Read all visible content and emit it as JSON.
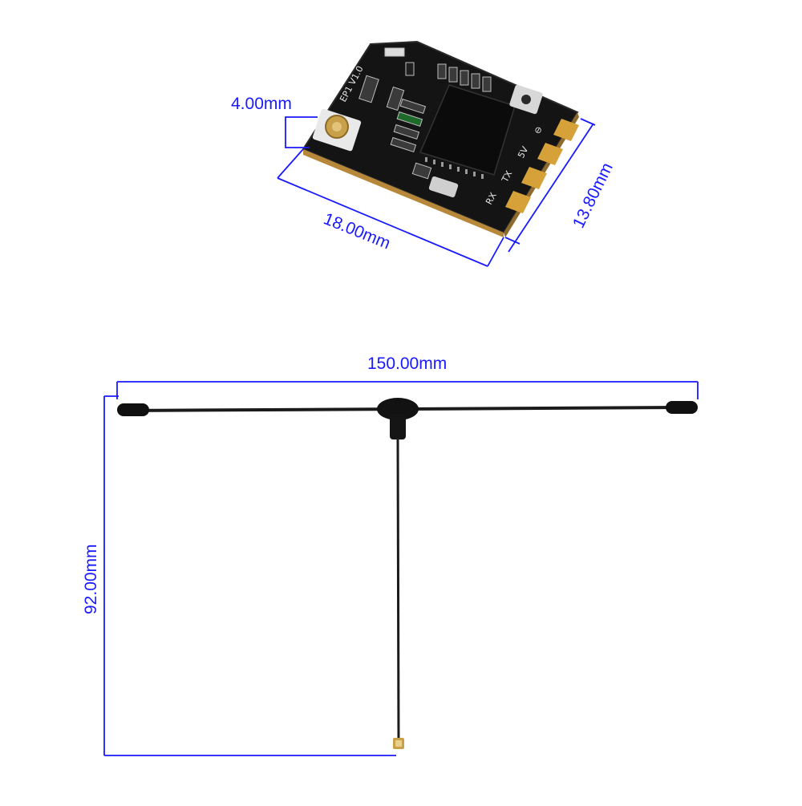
{
  "dimensions": {
    "connector_offset": "4.00mm",
    "board_length": "18.00mm",
    "board_width": "13.80mm",
    "antenna_span": "150.00mm",
    "antenna_lead": "92.00mm"
  },
  "board": {
    "version_mark": "EP1 V1.0",
    "pad_labels": [
      "⊖",
      "5V",
      "TX",
      "RX"
    ]
  },
  "colors": {
    "dimension": "#1a1aff",
    "pcb": "#141414",
    "pad_gold": "#d7a13a",
    "antenna": "#1b1b1b"
  }
}
